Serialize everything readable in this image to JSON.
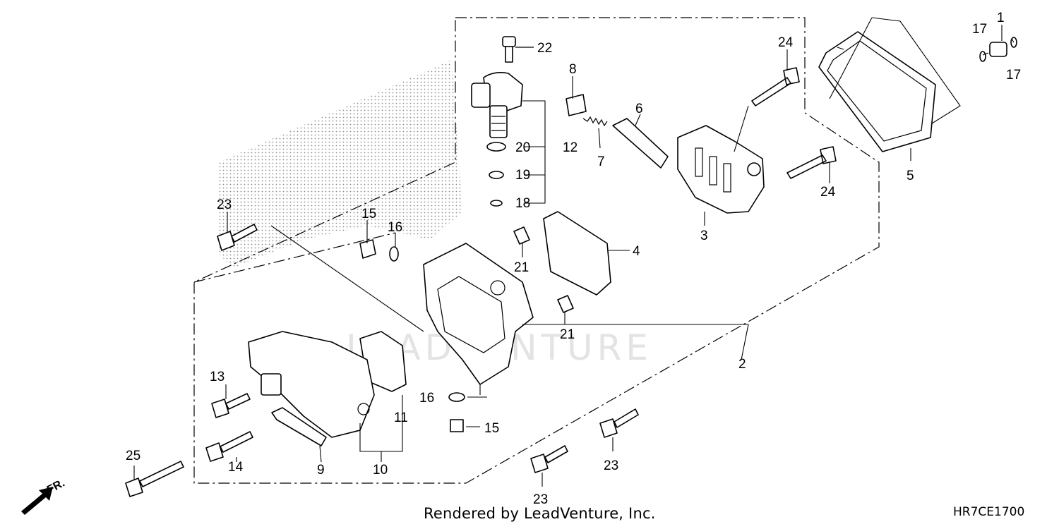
{
  "callouts": {
    "c1": "1",
    "c2": "2",
    "c3": "3",
    "c4": "4",
    "c5": "5",
    "c6": "6",
    "c7": "7",
    "c8": "8",
    "c9": "9",
    "c10": "10",
    "c11": "11",
    "c12": "12",
    "c13": "13",
    "c14": "14",
    "c15a": "15",
    "c15b": "15",
    "c16a": "16",
    "c16b": "16",
    "c17a": "17",
    "c17b": "17",
    "c18": "18",
    "c19": "19",
    "c20": "20",
    "c21a": "21",
    "c21b": "21",
    "c22": "22",
    "c23a": "23",
    "c23b": "23",
    "c23c": "23",
    "c24a": "24",
    "c24b": "24",
    "c25": "25"
  },
  "direction_label": "FR.",
  "footer": {
    "rendered_by": "Rendered by LeadVenture, Inc.",
    "diagram_code": "HR7CE1700"
  }
}
